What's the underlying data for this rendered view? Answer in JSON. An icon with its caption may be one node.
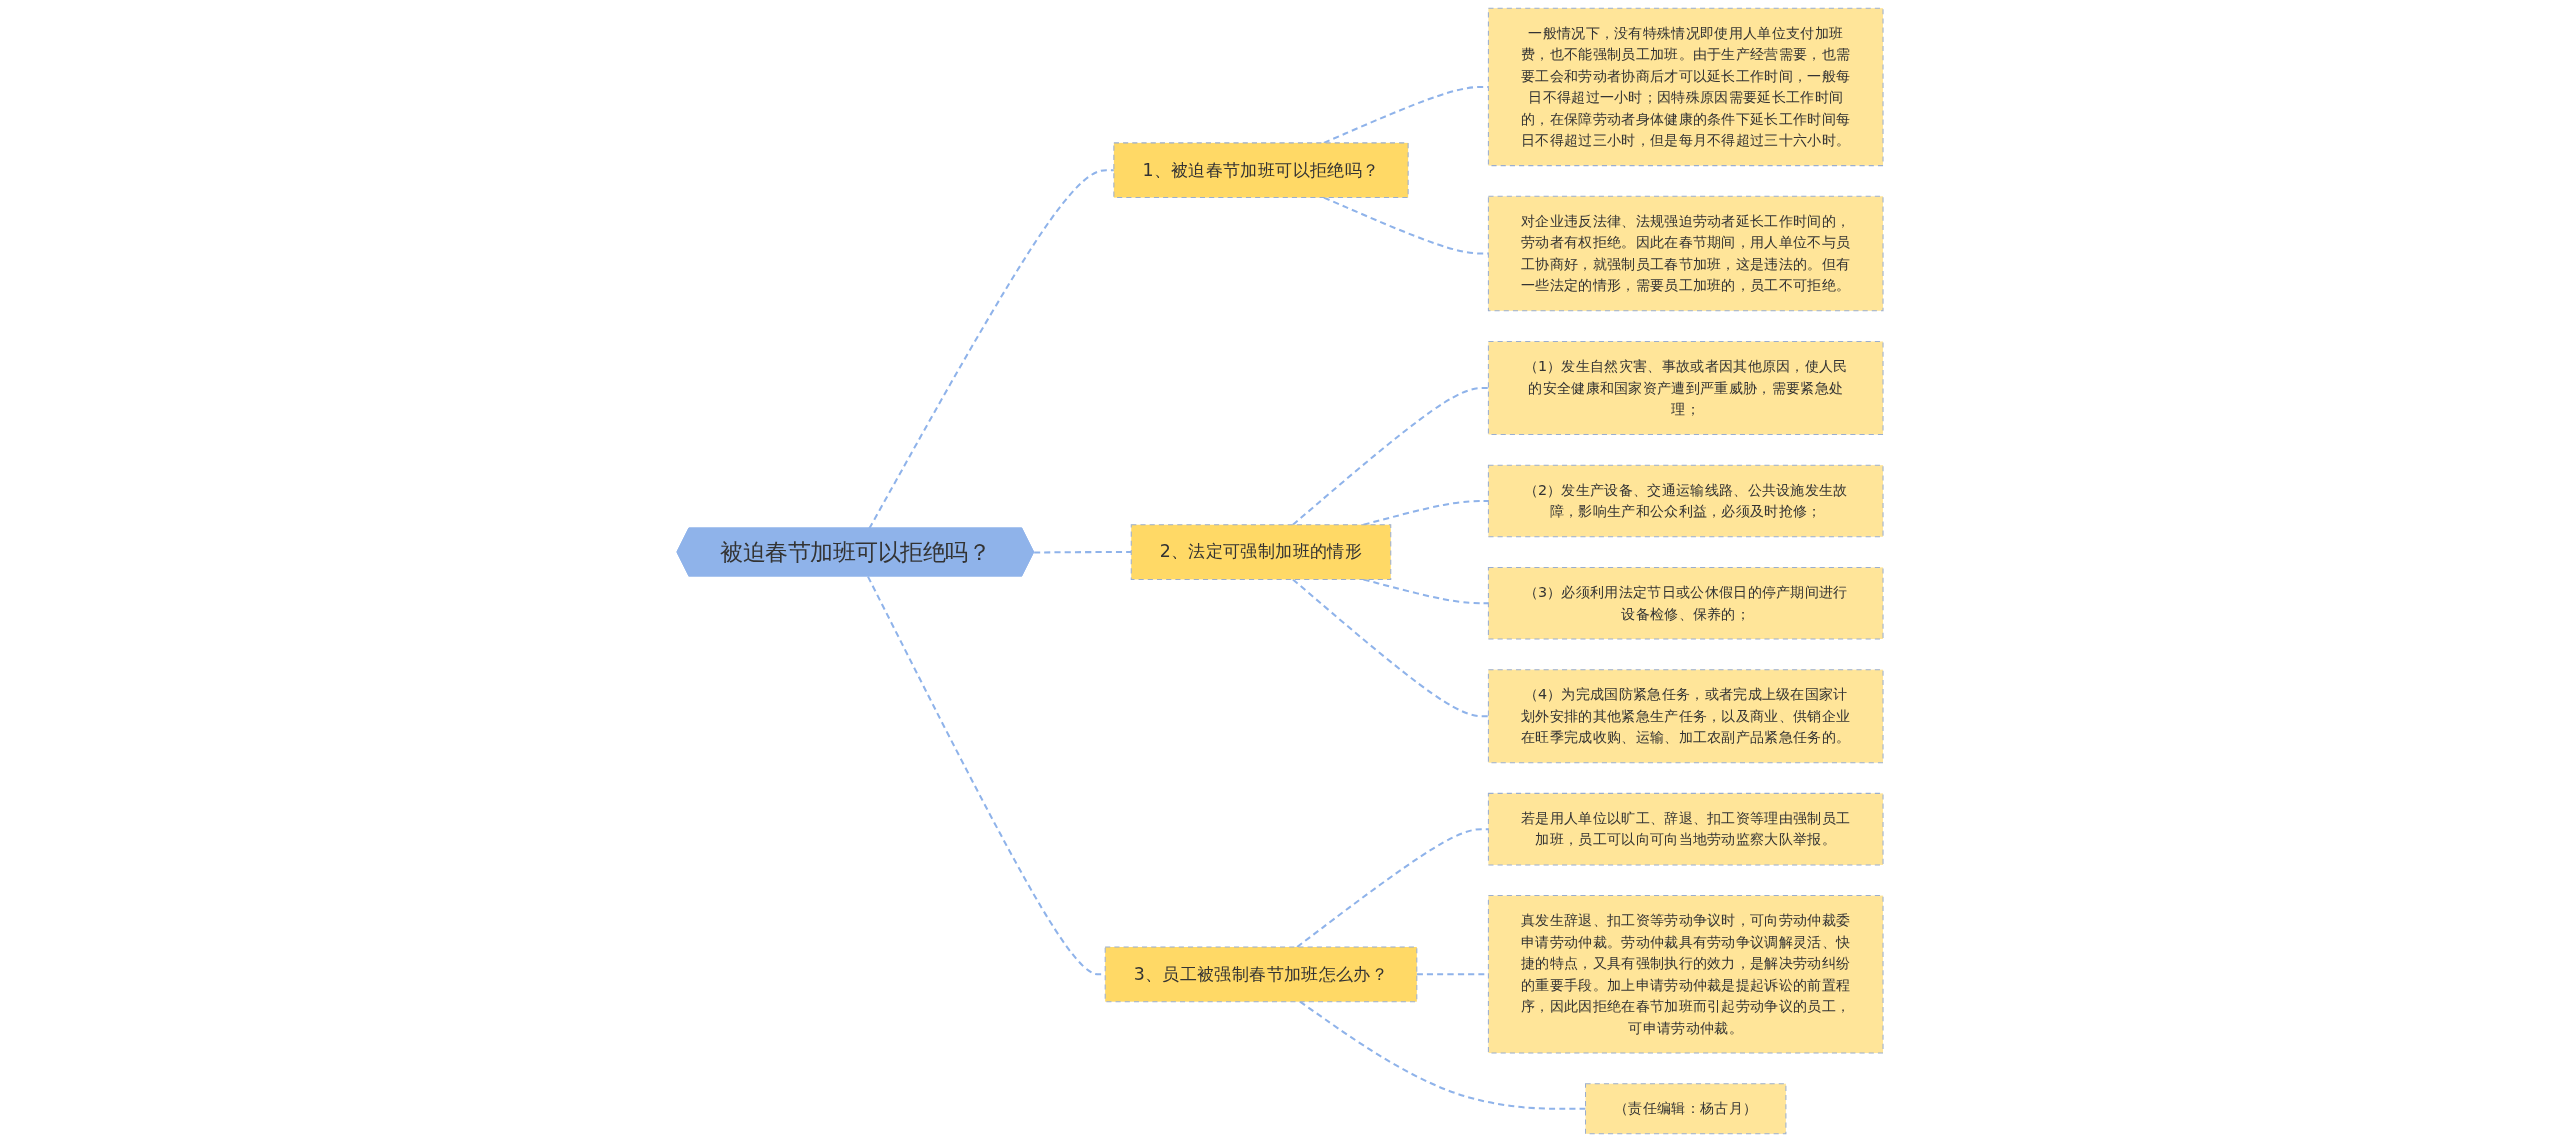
{
  "diagram": {
    "nodes": [
      {
        "text": [
          "被迫春节加班可以拒绝吗？"
        ]
      },
      {
        "text": [
          "1、被迫春节加班可以拒绝吗？"
        ]
      },
      {
        "text": [
          "一般情况下，没有特殊情况即使用人单位支付加班费，也不能强制员工加班。由于生产经营需要，也需要工会和劳动者协商后才可以延长工作时间，一般每日不得超过一小时；因特殊原因需要延长工作时间的，在保障劳动者身体健康的条件下延长工作时间每日不得超过三小时，但是每月不得超过三十六小时。"
        ]
      },
      {
        "text": [
          "对企业违反法律、法规强迫劳动者延长工作时间的，劳动者有权拒绝。因此在春节期间，用人单位不与员工协商好，就强制员工春节加班，这是违法的。但有一些法定的情形，需要员工加班的，员工不可拒绝。"
        ]
      },
      {
        "text": [
          "2、法定可强制加班的情形"
        ]
      },
      {
        "text": [
          "（1）发生自然灾害、事故或者因其他原因，使人民的安全健康和国家资产遭到严重威胁，需要紧急处理；"
        ]
      },
      {
        "text": [
          "（2）发生产设备、交通运输线路、公共设施发生故障，影响生产和公众利益，必须及时抢修；"
        ]
      },
      {
        "text": [
          "（3）必须利用法定节日或公休假日的停产期间进行设备检修、保养的；"
        ]
      },
      {
        "text": [
          "（4）为完成国防紧急任务，或者完成上级在国家计划外安排的其他紧急生产任务，以及商业、供销企业在旺季完成收购、运输、加工农副产品紧急任务的。"
        ]
      },
      {
        "text": [
          "3、员工被强制春节加班怎么办？"
        ]
      },
      {
        "text": [
          "若是用人单位以旷工、辞退、扣工资等理由强制员工加班，员工可以向可向当地劳动监察大队举报。"
        ]
      },
      {
        "text": [
          "真发生辞退、扣工资等劳动争议时，可向劳动仲裁委申请劳动仲裁。劳动仲裁具有劳动争议调解灵活、快捷的特点，又具有强制执行的效力，是解决劳动纠纷的重要手段。加上申请劳动仲裁是提起诉讼的前置程序，因此因拒绝在春节加班而引起劳动争议的员工，可申请劳动仲裁。"
        ]
      },
      {
        "text": [
          "（责任编辑：杨古月）"
        ]
      }
    ],
    "edges": [
      {
        "from": 0,
        "to": 1,
        "arrow": "none",
        "style": "dashed"
      },
      {
        "from": 1,
        "to": 2,
        "arrow": "none",
        "style": "dashed"
      },
      {
        "from": 1,
        "to": 3,
        "arrow": "none",
        "style": "dashed"
      },
      {
        "from": 0,
        "to": 4,
        "arrow": "none",
        "style": "dashed"
      },
      {
        "from": 4,
        "to": 5,
        "arrow": "none",
        "style": "dashed"
      },
      {
        "from": 4,
        "to": 6,
        "arrow": "none",
        "style": "dashed"
      },
      {
        "from": 4,
        "to": 7,
        "arrow": "none",
        "style": "dashed"
      },
      {
        "from": 4,
        "to": 8,
        "arrow": "none",
        "style": "dashed"
      },
      {
        "from": 0,
        "to": 9,
        "arrow": "none",
        "style": "dashed"
      },
      {
        "from": 9,
        "to": 10,
        "arrow": "none",
        "style": "dashed"
      },
      {
        "from": 9,
        "to": 11,
        "arrow": "none",
        "style": "dashed"
      },
      {
        "from": 9,
        "to": 12,
        "arrow": "none",
        "style": "dashed"
      }
    ]
  }
}
